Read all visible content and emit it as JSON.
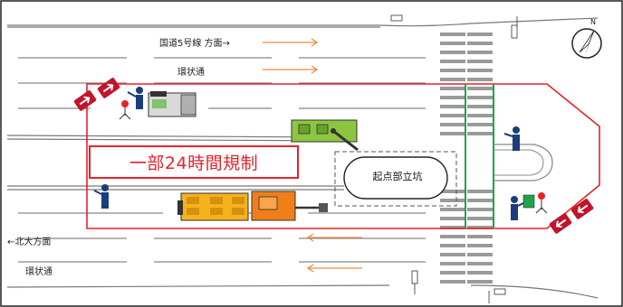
{
  "labels": {
    "route_direction": "国道5号線 方面→",
    "ring_road_top": "環状通",
    "hokudai_direction": "←北大方面",
    "ring_road_bottom": "環状通",
    "start_pit": "起点部立坑",
    "regulation": "一部24時間規制"
  },
  "colors": {
    "regulation_red": "#e8212a",
    "green_line": "#1fa34a",
    "arrow_orange": "#f08a3a",
    "excavator_yellow": "#f5b21c",
    "crane_orange": "#f07f1a",
    "vehicle_green": "#8cc63f"
  },
  "icons": [
    "compass-north-icon",
    "traffic-signal-icon",
    "flagman-icon",
    "warning-arrow-sign-icon",
    "barrier-sign-icon"
  ]
}
